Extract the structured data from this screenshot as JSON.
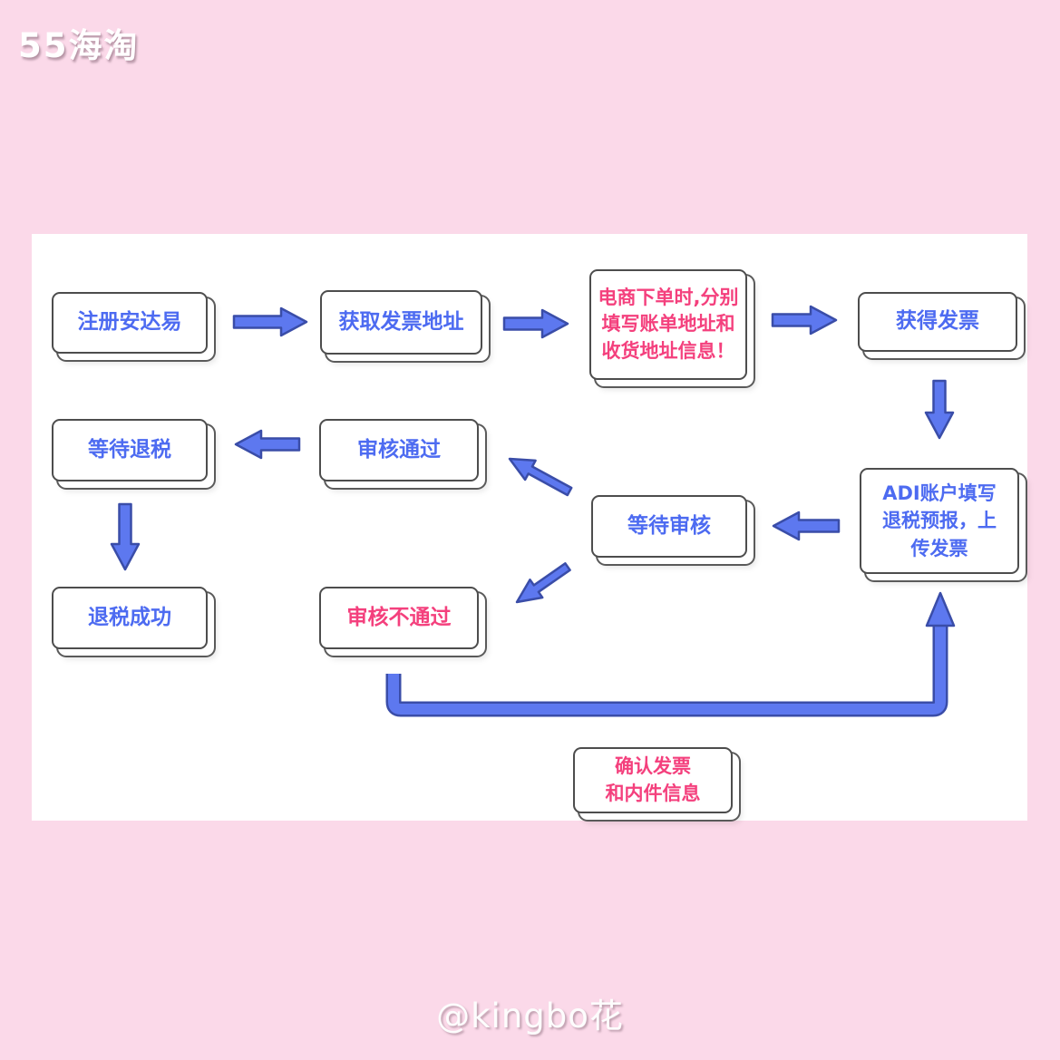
{
  "page": {
    "logo": "55海淘",
    "watermark": "@kingbo花"
  },
  "flow": {
    "nodes": {
      "register": {
        "label": "注册安达易"
      },
      "get_address": {
        "label": "获取发票地址"
      },
      "order_info": {
        "label": [
          "电商下单时,分别",
          "填写账单地址和",
          "收货地址信息！"
        ]
      },
      "get_invoice": {
        "label": "获得发票"
      },
      "adi": {
        "label": [
          "ADI账户填写",
          "退税预报，上",
          "传发票"
        ]
      },
      "wait_review": {
        "label": "等待审核"
      },
      "review_pass": {
        "label": "审核通过"
      },
      "wait_refund": {
        "label": "等待退税"
      },
      "refund_success": {
        "label": "退税成功"
      },
      "review_fail": {
        "label": "审核不通过"
      },
      "confirm_invoice": {
        "label": [
          "确认发票",
          "和内件信息"
        ]
      }
    }
  },
  "colors": {
    "background": "#fbd9e9",
    "panel": "#ffffff",
    "blue_text": "#4d6bf1",
    "pink_text": "#f4407d",
    "arrow_fill": "#5d78ef",
    "arrow_outline": "#3a4da8",
    "box_border": "#4d4d4d"
  }
}
